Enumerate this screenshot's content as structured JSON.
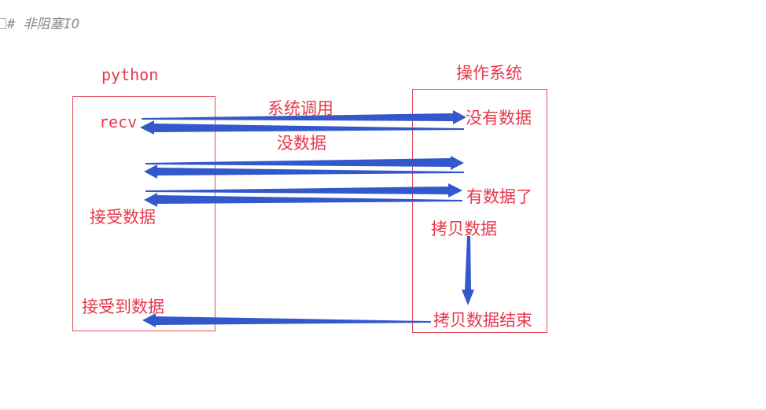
{
  "header_comment": {
    "text": "# 非阻塞IO"
  },
  "actors": {
    "left": "python",
    "right": "操作系统"
  },
  "left_labels": {
    "recv": "recv",
    "receive_data": "接受数据",
    "received_data": "接受到数据"
  },
  "right_labels": {
    "no_data": "没有数据",
    "has_data": "有数据了",
    "copy_data": "拷贝数据",
    "copy_done": "拷贝数据结束"
  },
  "arrow_labels": {
    "syscall": "系统调用",
    "no_data_reply": "没数据"
  },
  "colors": {
    "label_red": "#e8384a",
    "box_red": "#e24a58",
    "arrow_blue": "#3358cc",
    "comment_gray": "#8c8c8c"
  }
}
